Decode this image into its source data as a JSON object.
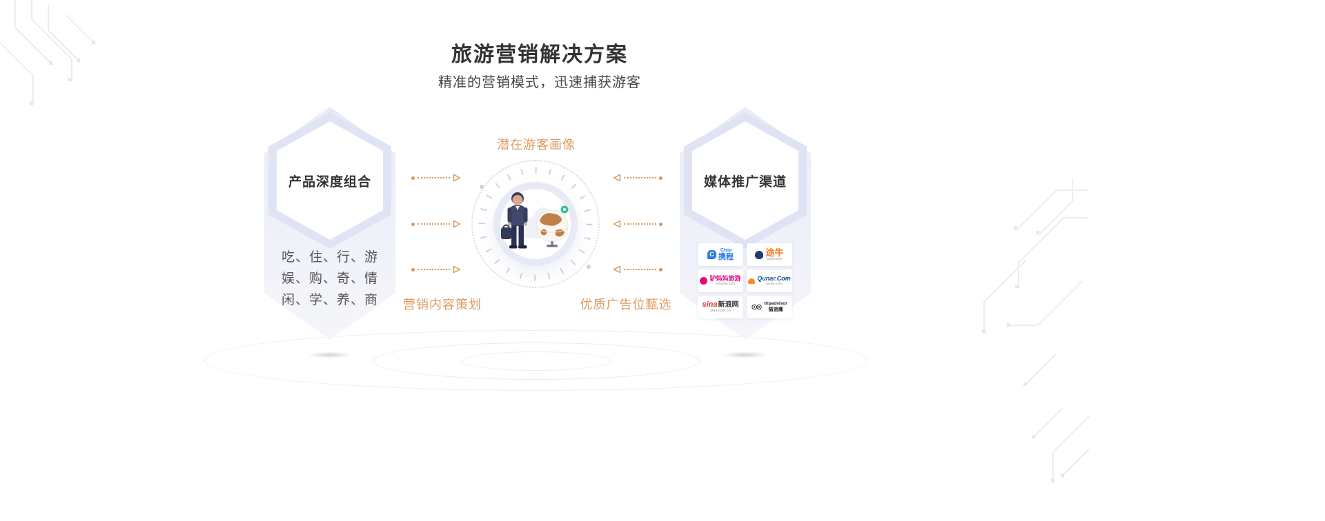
{
  "header": {
    "title": "旅游营销解决方案",
    "subtitle": "精准的营销模式，迅速捕获游客"
  },
  "left_card": {
    "title": "产品深度组合",
    "lines": [
      "吃、住、行、游",
      "娱、购、奇、情",
      "闲、学、养、商"
    ]
  },
  "flow_labels": {
    "top": "潜在游客画像",
    "bottom_left": "营销内容策划",
    "bottom_right": "优质广告位甄选"
  },
  "right_card": {
    "title": "媒体推广渠道",
    "logos": [
      {
        "id": "ctrip",
        "line1": "Ctrip",
        "line2": "携程"
      },
      {
        "id": "tuniu",
        "line1": "途牛",
        "line2": "tuniu.com"
      },
      {
        "id": "lvmama",
        "line1": "驴妈妈旅游",
        "line2": "lvmama.com"
      },
      {
        "id": "qunar",
        "line1": "Qunar.Com",
        "line2": "qunar.com"
      },
      {
        "id": "sina",
        "line1_en": "sina",
        "line1_cn": "新浪网",
        "line2": "sina.com.cn"
      },
      {
        "id": "tripadvisor",
        "line1": "tripadvisor",
        "line2": "猫途鹰"
      }
    ]
  },
  "colors": {
    "accent_orange": "#dd9a62",
    "hex_fill": "#edeff8",
    "green_pin": "#2cc093",
    "title_text": "#333333"
  }
}
